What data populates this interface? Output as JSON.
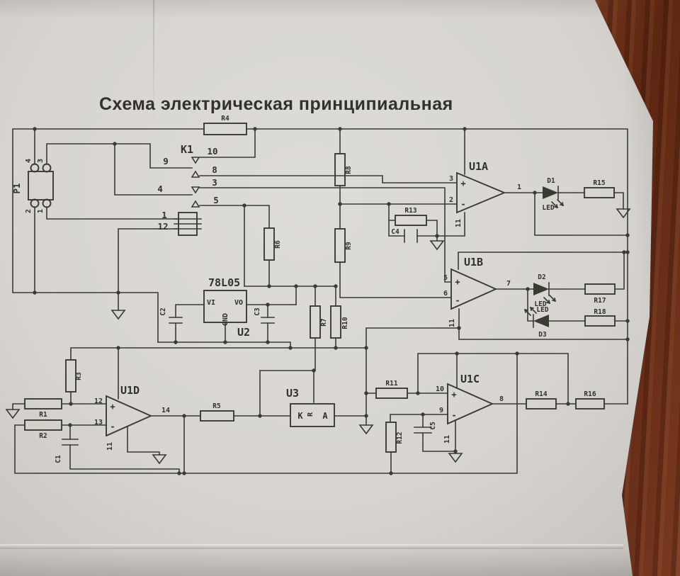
{
  "title": "Схема электрическая принципиальная",
  "colors": {
    "ink": "#383c31",
    "paper": "#d7d4d1",
    "wood": "#7d3b20"
  },
  "sym": {
    "plus": "+",
    "minus": "-"
  },
  "p1": {
    "ref": "P1",
    "pin4": "4",
    "pin3": "3",
    "pin2": "2",
    "pin1": "1"
  },
  "k1": {
    "ref": "K1",
    "pin9": "9",
    "pin10": "10",
    "pin8": "8",
    "pin3": "3",
    "pin4": "4",
    "pin5": "5",
    "coil_pin1": "1",
    "coil_pin12": "12"
  },
  "u2": {
    "ref": "U2",
    "part": "78L05",
    "vi": "VI",
    "gnd": "GND",
    "vo": "VO"
  },
  "u3": {
    "ref": "U3",
    "k": "K",
    "r": "R",
    "a": "A"
  },
  "u1a": {
    "ref": "U1A",
    "plus": "3",
    "minus": "2",
    "out": "1",
    "gnd": "11"
  },
  "u1b": {
    "ref": "U1B",
    "plus": "5",
    "minus": "6",
    "out": "7",
    "gnd": "11"
  },
  "u1c": {
    "ref": "U1C",
    "plus": "10",
    "minus": "9",
    "out": "8",
    "gnd": "11"
  },
  "u1d": {
    "ref": "U1D",
    "plus": "12",
    "minus": "13",
    "out": "14",
    "gnd": "11"
  },
  "r": {
    "r1": "R1",
    "r2": "R2",
    "r3": "R3",
    "r4": "R4",
    "r5": "R5",
    "r6": "R6",
    "r7": "R7",
    "r8": "R8",
    "r9": "R9",
    "r10": "R10",
    "r11": "R11",
    "r12": "R12",
    "r13": "R13",
    "r14": "R14",
    "r15": "R15",
    "r16": "R16",
    "r17": "R17",
    "r18": "R18"
  },
  "c": {
    "c1": "C1",
    "c2": "C2",
    "c3": "C3",
    "c4": "C4",
    "c5": "C5"
  },
  "d": {
    "d1": "D1",
    "d2": "D2",
    "d3": "D3",
    "led": "LED"
  }
}
